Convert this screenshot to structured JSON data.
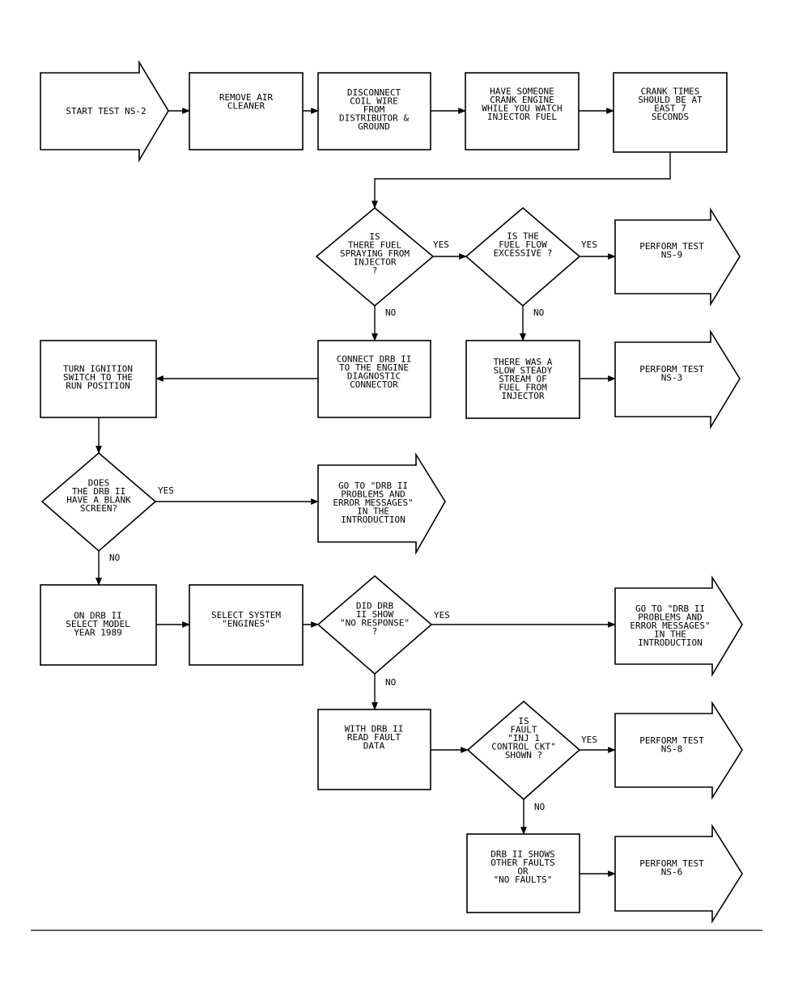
{
  "nodes": {
    "start": {
      "lines": [
        "START TEST NS-2"
      ]
    },
    "remove_air": {
      "lines": [
        "REMOVE AIR",
        "CLEANER"
      ]
    },
    "disconnect": {
      "lines": [
        "DISCONNECT",
        "COIL WIRE",
        "FROM",
        "DISTRIBUTOR &",
        "GROUND"
      ]
    },
    "crank": {
      "lines": [
        "HAVE SOMEONE",
        "CRANK ENGINE",
        "WHILE YOU WATCH",
        "INJECTOR FUEL"
      ]
    },
    "crank_times": {
      "lines": [
        "CRANK TIMES",
        "SHOULD BE AT",
        "EAST 7",
        "SECONDS"
      ]
    },
    "d_fuel_spray": {
      "lines": [
        "IS",
        "THERE FUEL",
        "SPRAYING FROM",
        "INJECTOR",
        "?"
      ]
    },
    "d_excessive": {
      "lines": [
        "IS THE",
        "FUEL FLOW",
        "EXCESSIVE ?"
      ]
    },
    "perform_ns9": {
      "lines": [
        "PERFORM TEST",
        "NS-9"
      ]
    },
    "connect_drb": {
      "lines": [
        "CONNECT DRB II",
        "TO THE ENGINE",
        "DIAGNOSTIC",
        "CONNECTOR"
      ]
    },
    "slow_steady": {
      "lines": [
        "THERE WAS A",
        "SLOW STEADY",
        "STREAM OF",
        "FUEL FROM",
        "INJECTOR"
      ]
    },
    "perform_ns3": {
      "lines": [
        "PERFORM TEST",
        "NS-3"
      ]
    },
    "turn_ignition": {
      "lines": [
        "TURN IGNITION",
        "SWITCH TO THE",
        "RUN POSITION"
      ]
    },
    "d_blank": {
      "lines": [
        "DOES",
        "THE DRB II",
        "HAVE A BLANK",
        "SCREEN?"
      ]
    },
    "goto_intro1": {
      "lines": [
        "GO TO \"DRB II",
        "PROBLEMS AND",
        "ERROR MESSAGES\"",
        "IN THE",
        "INTRODUCTION"
      ]
    },
    "on_drb": {
      "lines": [
        "ON DRB II",
        "SELECT MODEL",
        "YEAR 1989"
      ]
    },
    "select_system": {
      "lines": [
        "SELECT SYSTEM",
        "\"ENGINES\""
      ]
    },
    "d_no_response": {
      "lines": [
        "DID DRB",
        "II SHOW",
        "\"NO RESPONSE\"",
        "?"
      ]
    },
    "goto_intro2": {
      "lines": [
        "GO TO \"DRB II",
        "PROBLEMS AND",
        "ERROR MESSAGES\"",
        "IN THE",
        "INTRODUCTION"
      ]
    },
    "read_fault": {
      "lines": [
        "WITH DRB II",
        "READ FAULT",
        "DATA"
      ]
    },
    "d_fault_inj": {
      "lines": [
        "IS",
        "FAULT",
        "\"INJ 1",
        "CONTROL CKT\"",
        "SHOWN ?"
      ]
    },
    "perform_ns8": {
      "lines": [
        "PERFORM TEST",
        "NS-8"
      ]
    },
    "other_faults": {
      "lines": [
        "DRB II SHOWS",
        "OTHER FAULTS",
        "OR",
        "\"NO FAULTS\""
      ]
    },
    "perform_ns6": {
      "lines": [
        "PERFORM TEST",
        "NS-6"
      ]
    }
  },
  "labels": {
    "yes": "YES",
    "no": "NO"
  }
}
